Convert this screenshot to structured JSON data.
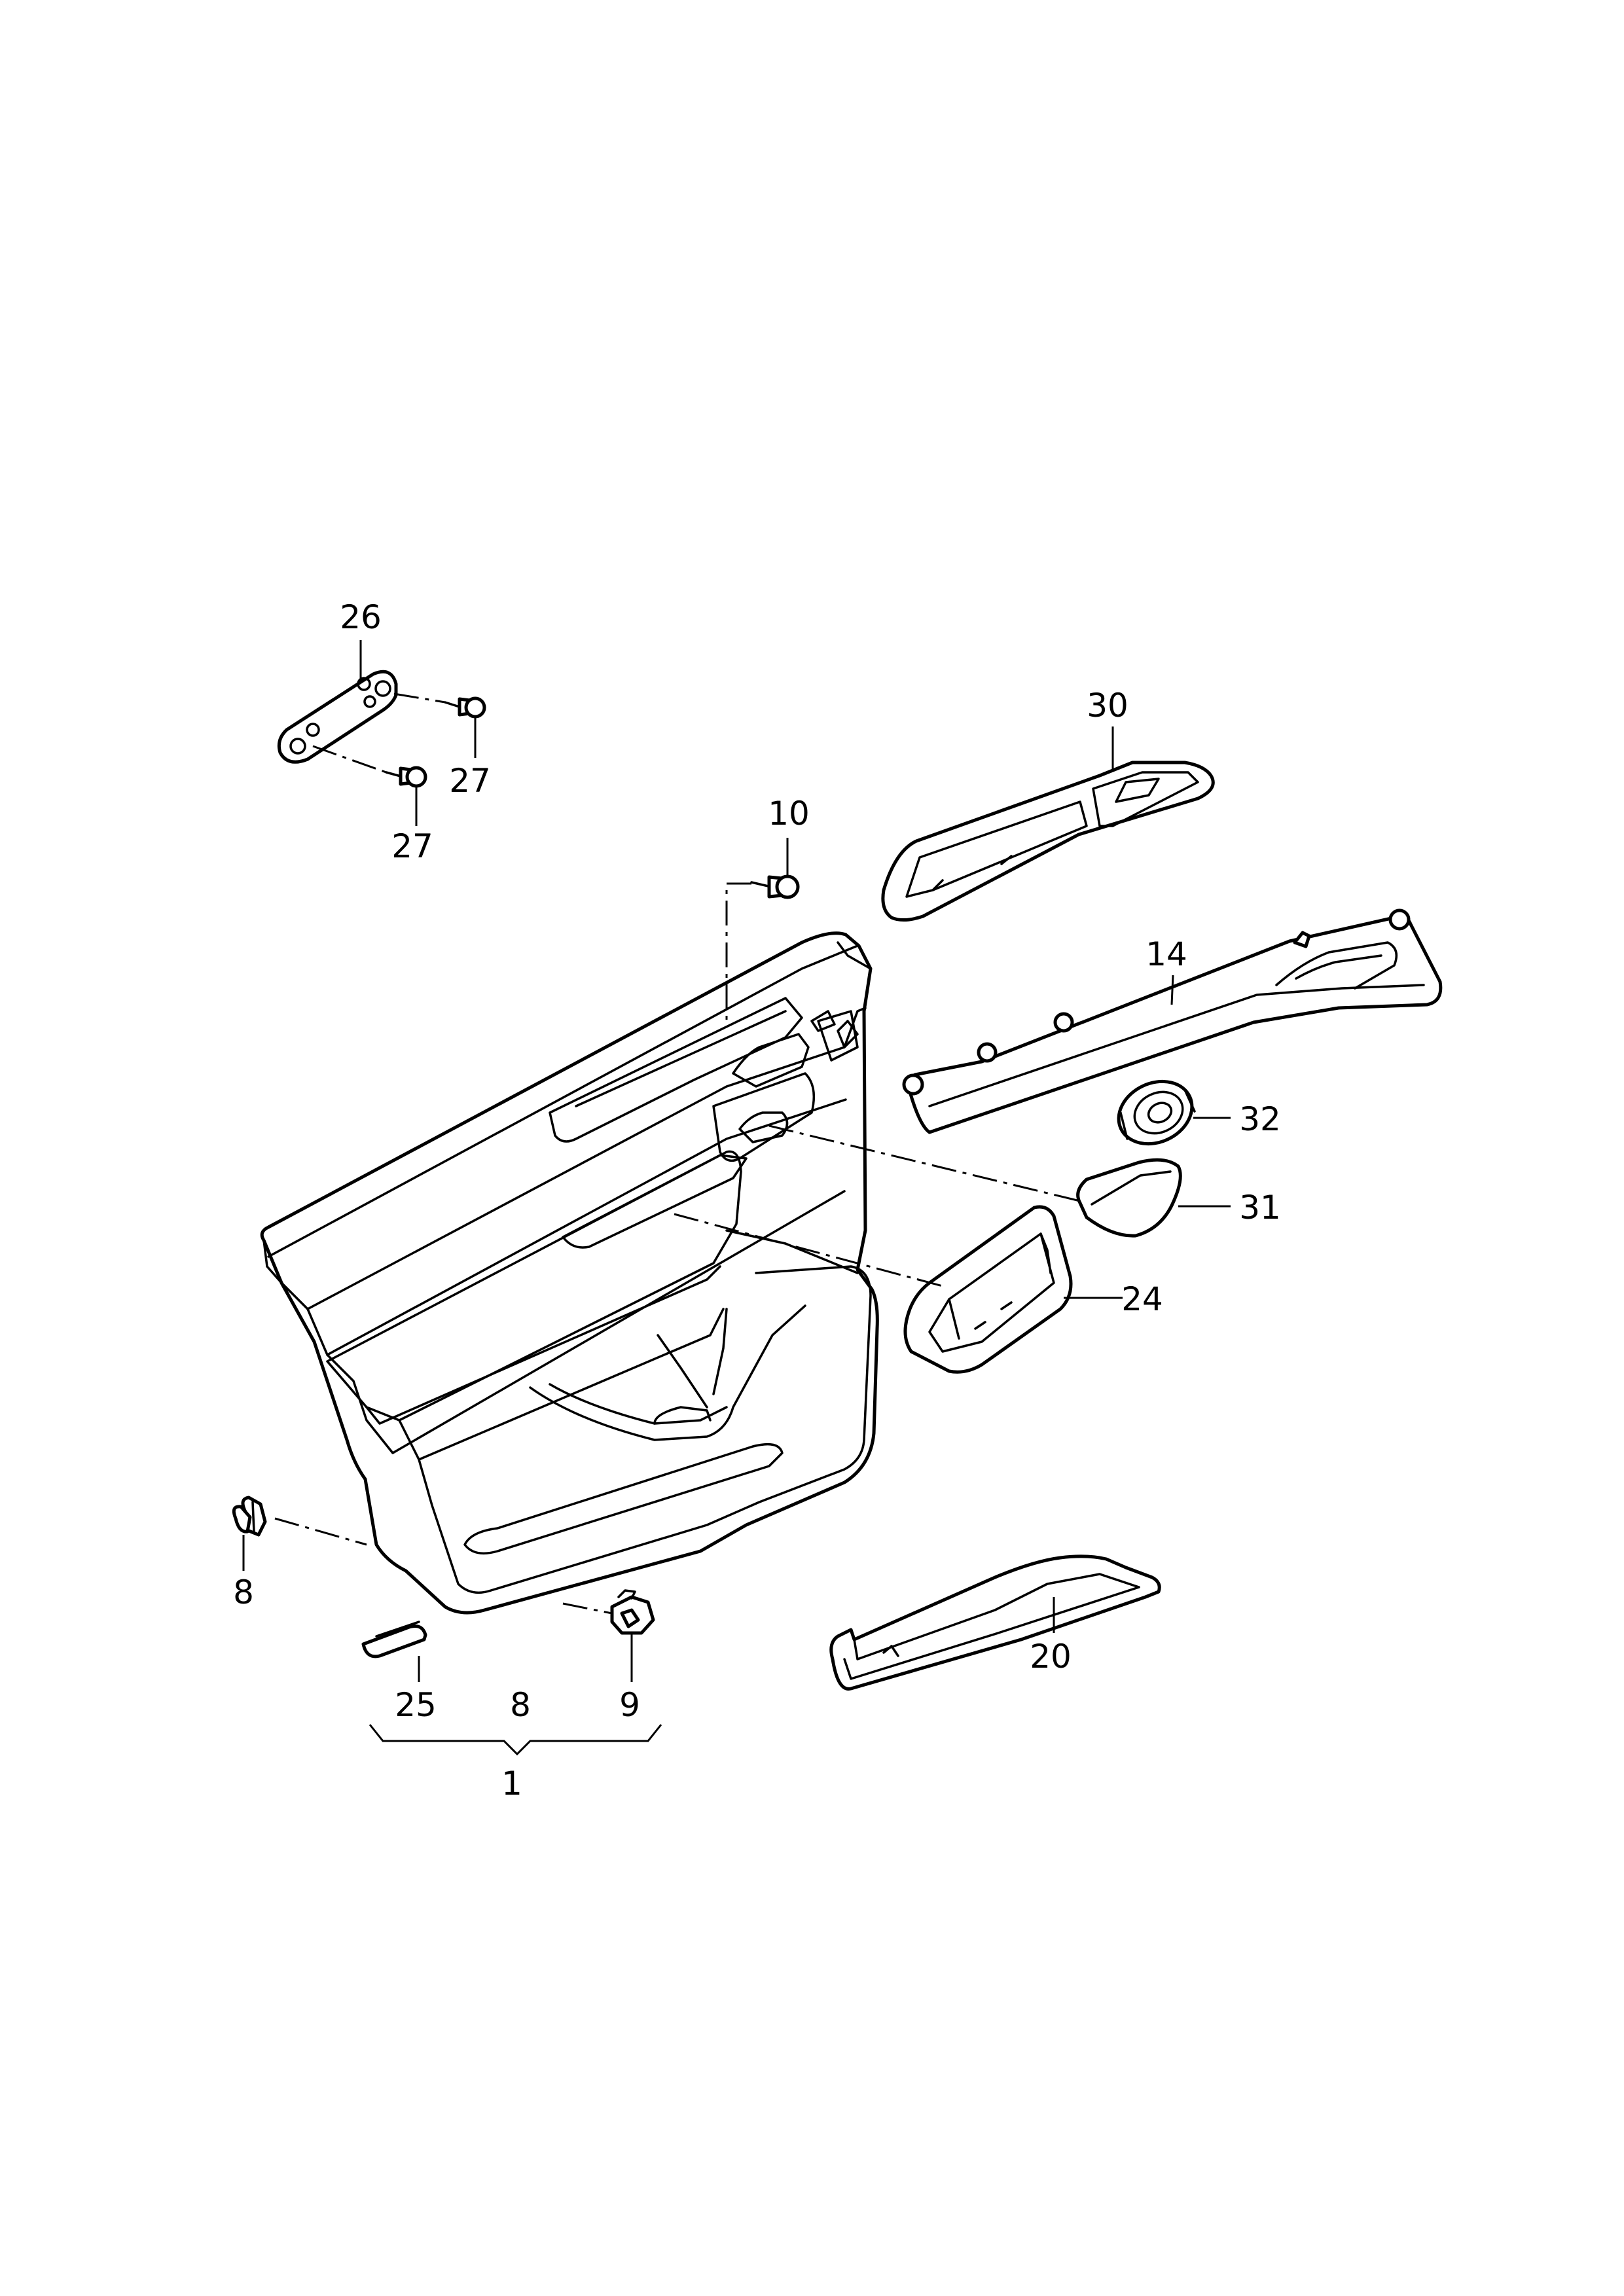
{
  "diagram": {
    "callouts": [
      {
        "id": "c26a",
        "label": "26"
      },
      {
        "id": "c27a",
        "label": "27"
      },
      {
        "id": "c27b",
        "label": "27"
      },
      {
        "id": "c10",
        "label": "10"
      },
      {
        "id": "c30",
        "label": "30"
      },
      {
        "id": "c14",
        "label": "14"
      },
      {
        "id": "c32",
        "label": "32"
      },
      {
        "id": "c31",
        "label": "31"
      },
      {
        "id": "c24",
        "label": "24"
      },
      {
        "id": "c8a",
        "label": "8"
      },
      {
        "id": "c25",
        "label": "25"
      },
      {
        "id": "c8b",
        "label": "8"
      },
      {
        "id": "c9",
        "label": "9"
      },
      {
        "id": "c1",
        "label": "1"
      },
      {
        "id": "c20",
        "label": "20"
      }
    ]
  }
}
